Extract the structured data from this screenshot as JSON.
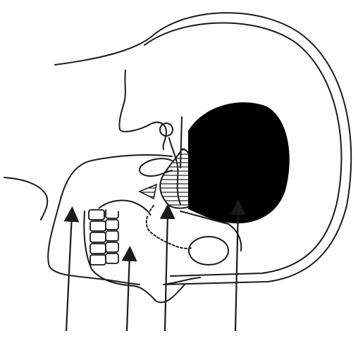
{
  "figure": {
    "type": "line-drawing",
    "subject": "sagittal-section-head",
    "ink_color": "#1a1a1a",
    "paper_color": "#ffffff",
    "filled_region_color": "#000000",
    "hatched_region": true,
    "pointer_arrows": 4,
    "labels": []
  }
}
